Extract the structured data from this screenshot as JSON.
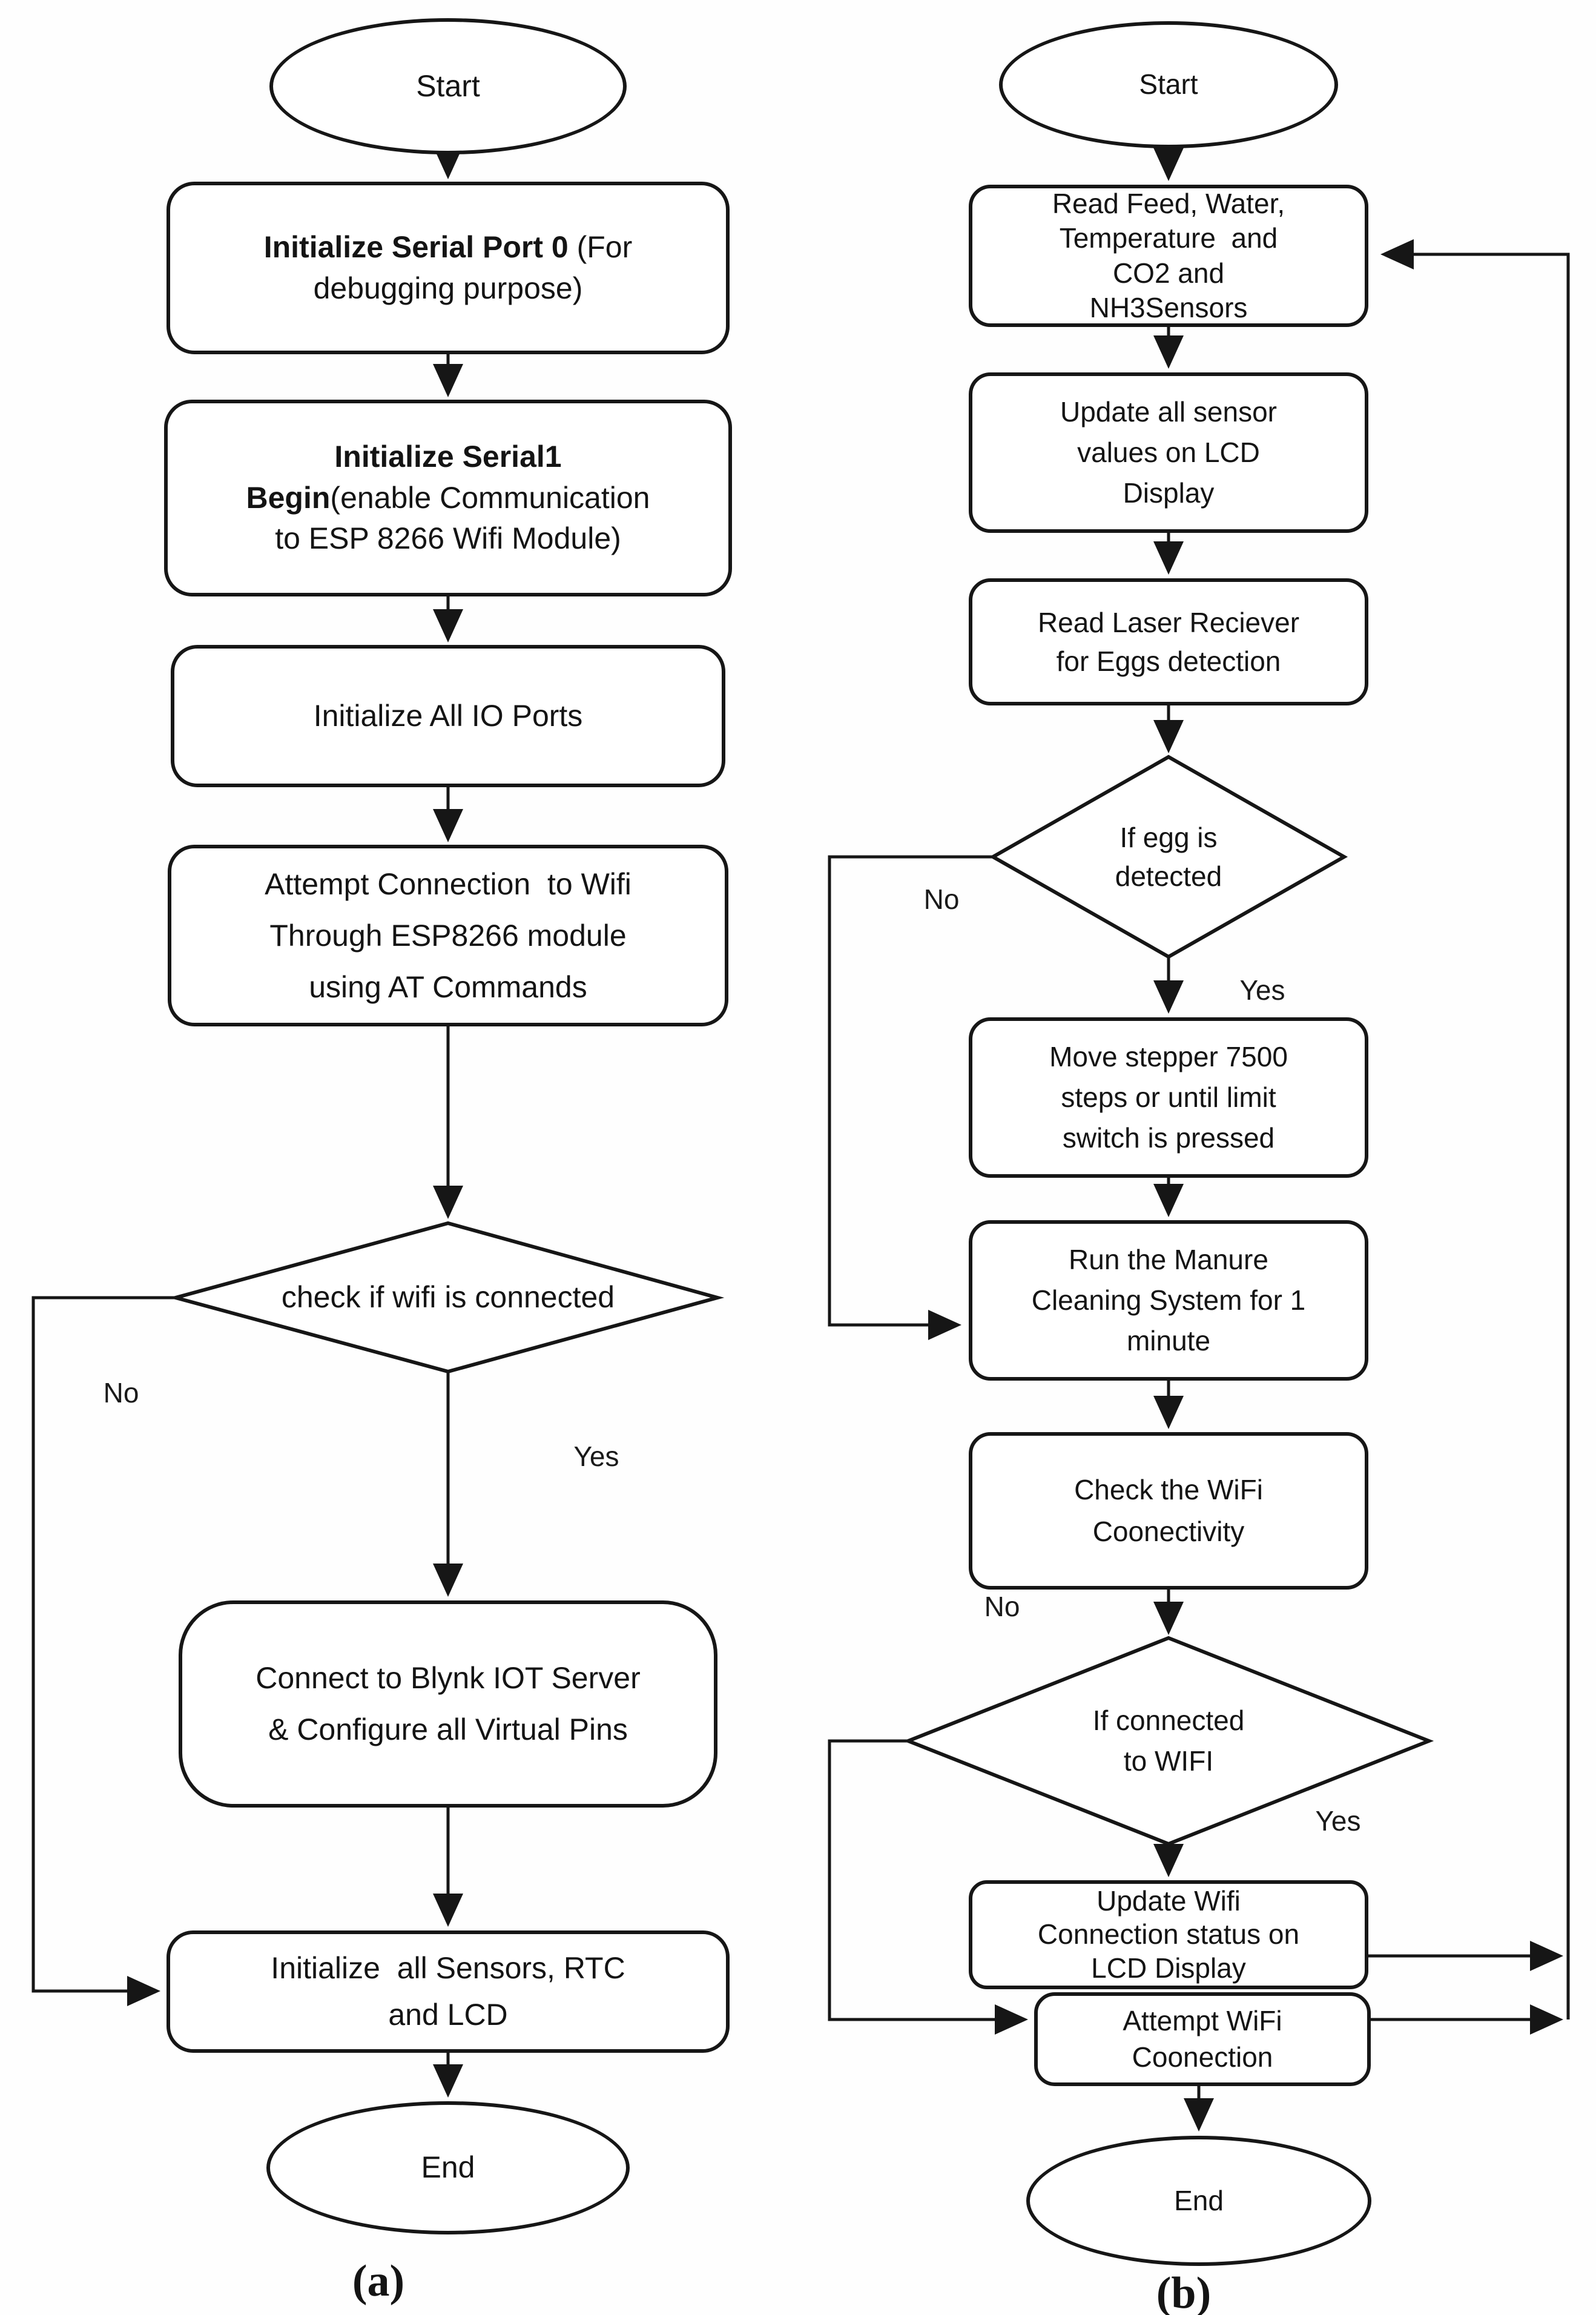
{
  "figure": {
    "caption_a": "(a)",
    "caption_b": "(b)",
    "line_color": "#161616",
    "node_fill": "#ffffff",
    "background": "#fefefe"
  },
  "flow_a": {
    "nodes": {
      "start": {
        "text": "Start"
      },
      "init_serial0": {
        "bold": "Initialize Serial Port 0",
        "text": " (For\ndebugging purpose)"
      },
      "init_serial1": {
        "bold": "Initialize Serial1\nBegin",
        "text": "(enable Communication\nto ESP 8266 Wifi Module)"
      },
      "init_io": {
        "text": "Initialize All IO Ports"
      },
      "attempt_wifi": {
        "text": "Attempt Connection  to Wifi\nThrough ESP8266 module\nusing AT Commands"
      },
      "check_wifi": {
        "text": "check if wifi is connected"
      },
      "connect_blynk": {
        "text": "Connect to Blynk IOT Server\n& Configure all Virtual Pins"
      },
      "init_sensors": {
        "text": "Initialize  all Sensors, RTC\nand LCD"
      },
      "end": {
        "text": "End"
      }
    },
    "labels": {
      "no": "No",
      "yes": "Yes"
    }
  },
  "flow_b": {
    "nodes": {
      "start": {
        "text": "Start"
      },
      "read_sensors": {
        "text": "Read Feed, Water,\nTemperature  and\nCO2 and\nNH3Sensors"
      },
      "update_lcd": {
        "text": "Update all sensor\nvalues on LCD\nDisplay"
      },
      "read_laser": {
        "text": "Read Laser Reciever\nfor Eggs detection"
      },
      "egg_detected": {
        "text": "If egg is\ndetected"
      },
      "move_stepper": {
        "text": "Move stepper 7500\nsteps or until limit\nswitch is pressed"
      },
      "run_manure": {
        "text": "Run the Manure\nCleaning System for 1\nminute"
      },
      "check_wifi": {
        "text": "Check the WiFi\nCoonectivity"
      },
      "if_connected": {
        "text": "If connected\nto WIFI"
      },
      "update_status": {
        "text": "Update Wifi\nConnection status on\nLCD Display"
      },
      "attempt_conn": {
        "text": "Attempt WiFi\nCoonection"
      },
      "end": {
        "text": "End"
      }
    },
    "labels": {
      "egg_no": "No",
      "egg_yes": "Yes",
      "wifi_no": "No",
      "wifi_yes": "Yes"
    }
  }
}
